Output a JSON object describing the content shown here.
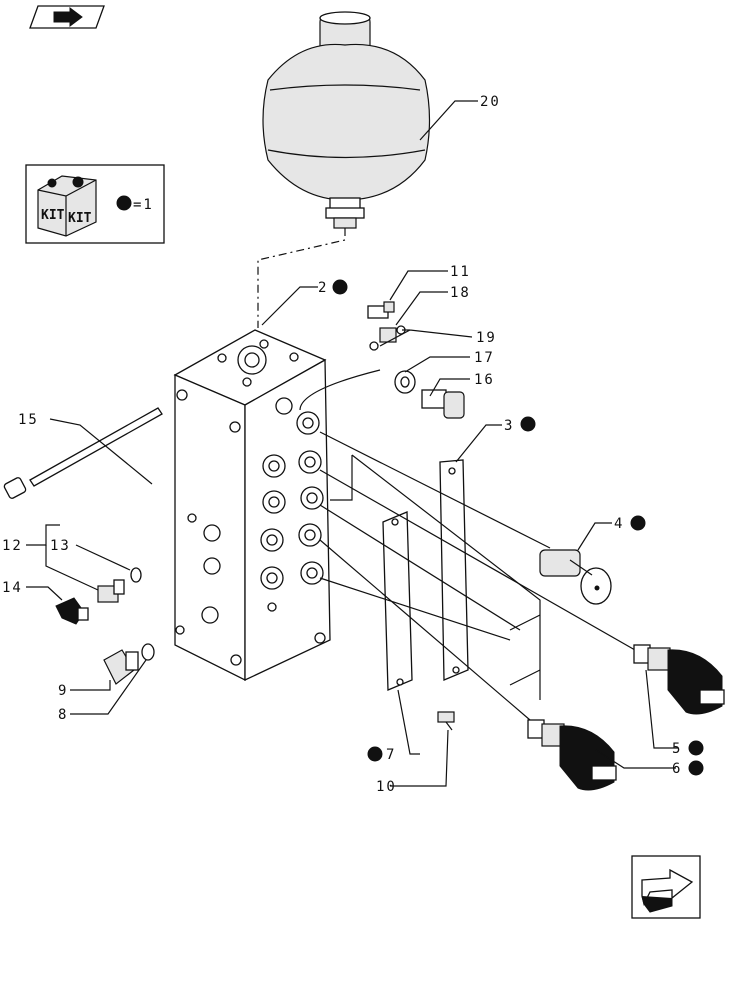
{
  "kit_box": {
    "kit1": "KIT",
    "kit2": "KIT",
    "legend": "=1"
  },
  "callouts": [
    {
      "id": "c20",
      "text": "20"
    },
    {
      "id": "c2",
      "text": "2"
    },
    {
      "id": "c11",
      "text": "11"
    },
    {
      "id": "c18",
      "text": "18"
    },
    {
      "id": "c19",
      "text": "19"
    },
    {
      "id": "c17",
      "text": "17"
    },
    {
      "id": "c16",
      "text": "16"
    },
    {
      "id": "c3",
      "text": "3"
    },
    {
      "id": "c15",
      "text": "15"
    },
    {
      "id": "c4",
      "text": "4"
    },
    {
      "id": "c12",
      "text": "12"
    },
    {
      "id": "c13",
      "text": "13"
    },
    {
      "id": "c14",
      "text": "14"
    },
    {
      "id": "c9",
      "text": "9"
    },
    {
      "id": "c8",
      "text": "8"
    },
    {
      "id": "c7",
      "text": "7"
    },
    {
      "id": "c10",
      "text": "10"
    },
    {
      "id": "c5",
      "text": "5"
    },
    {
      "id": "c6",
      "text": "6"
    }
  ]
}
